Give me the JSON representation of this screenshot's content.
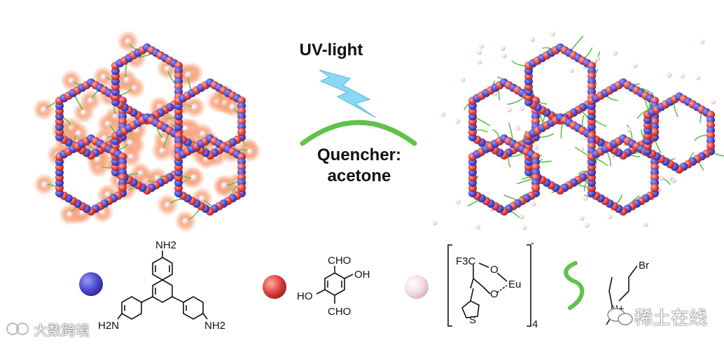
{
  "labels": {
    "uv": "UV-light",
    "quencher_line1": "Quencher:",
    "quencher_line2": "acetone"
  },
  "chem_text": {
    "nh2_top": "NH2",
    "nh2_left": "H2N",
    "nh2_right": "NH2",
    "cho_top": "CHO",
    "oh_right": "OH",
    "ho_left": "HO",
    "cho_bottom": "CHO",
    "cf3": "F3C",
    "o_upper": "O",
    "o_lower": "O",
    "eu": "Eu",
    "s_label": "S",
    "charge": "-",
    "subscript_4": "4",
    "br": "Br",
    "n_plus": "N+"
  },
  "watermarks": {
    "bottom_left": "大数跨境",
    "bottom_right": "稀土在线"
  },
  "colors": {
    "blue_bead": "#4a4ad0",
    "red_bead": "#e04040",
    "pink_bead": "#f5dbe4",
    "green_chain": "#5fc24a",
    "glow": "#f7a27a",
    "bolt": "#7fd4f0"
  }
}
